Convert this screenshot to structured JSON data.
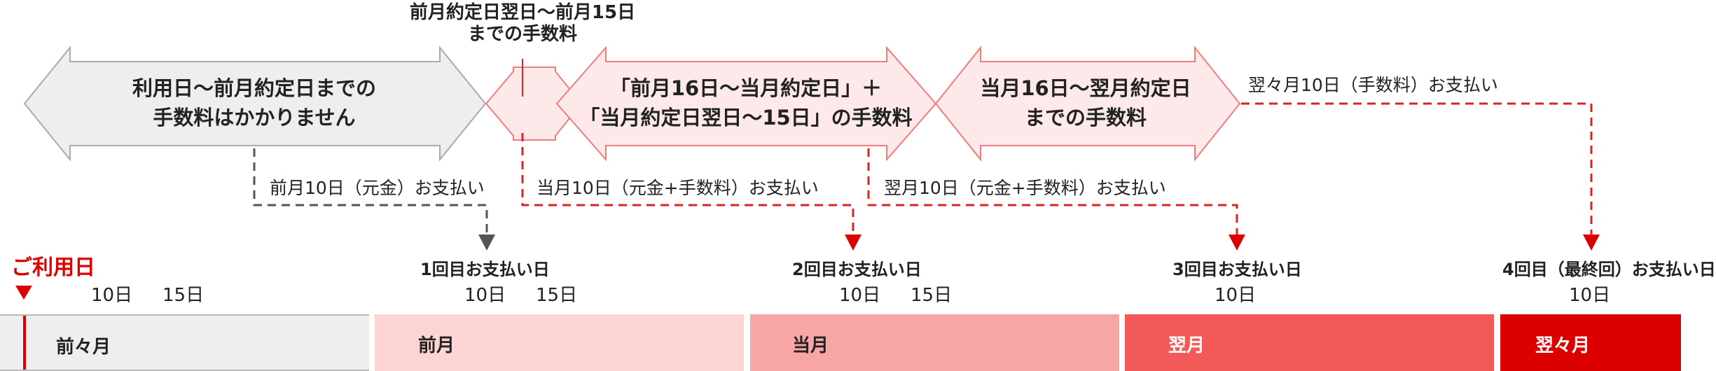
{
  "colors": {
    "red": "#dd0000",
    "arrow_gray_fill": "#eeeeee",
    "arrow_gray_stroke": "#aaaaaa",
    "arrow_pink_fill": "#fde9e9",
    "arrow_pink_stroke": "#f07d7d",
    "dash_gray": "#555555",
    "dash_red": "#dd2222",
    "month1": "#eeeeee",
    "month2": "#fcd4d4",
    "month3": "#f8a5a5",
    "month4": "#f35959",
    "month5": "#dd0000"
  },
  "top_note": {
    "line1": "前月約定日翌日～前月15日",
    "line2": "までの手数料"
  },
  "arrows": {
    "gray": {
      "line1": "利用日～前月約定日までの",
      "line2": "手数料はかかりません"
    },
    "middle": {
      "line1": "「前月16日～当月約定日」＋",
      "line2": "「当月約定日翌日～15日」の手数料"
    },
    "right": {
      "line1": "当月16日～翌月約定日",
      "line2": "までの手数料"
    }
  },
  "flows": {
    "f1": "前月10日（元金）お支払い",
    "f2": "当月10日（元金+手数料）お支払い",
    "f3": "翌月10日（元金+手数料）お支払い",
    "f4": "翌々月10日（手数料）お支払い"
  },
  "usage_label": "ご利用日",
  "payments": {
    "p1": "1回目お支払い日",
    "p2": "2回目お支払い日",
    "p3": "3回目お支払い日",
    "p4": "4回目（最終回）お支払い日"
  },
  "days": {
    "d10": "10日",
    "d15": "15日"
  },
  "months": {
    "m1": "前々月",
    "m2": "前月",
    "m3": "当月",
    "m4": "翌月",
    "m5": "翌々月"
  }
}
